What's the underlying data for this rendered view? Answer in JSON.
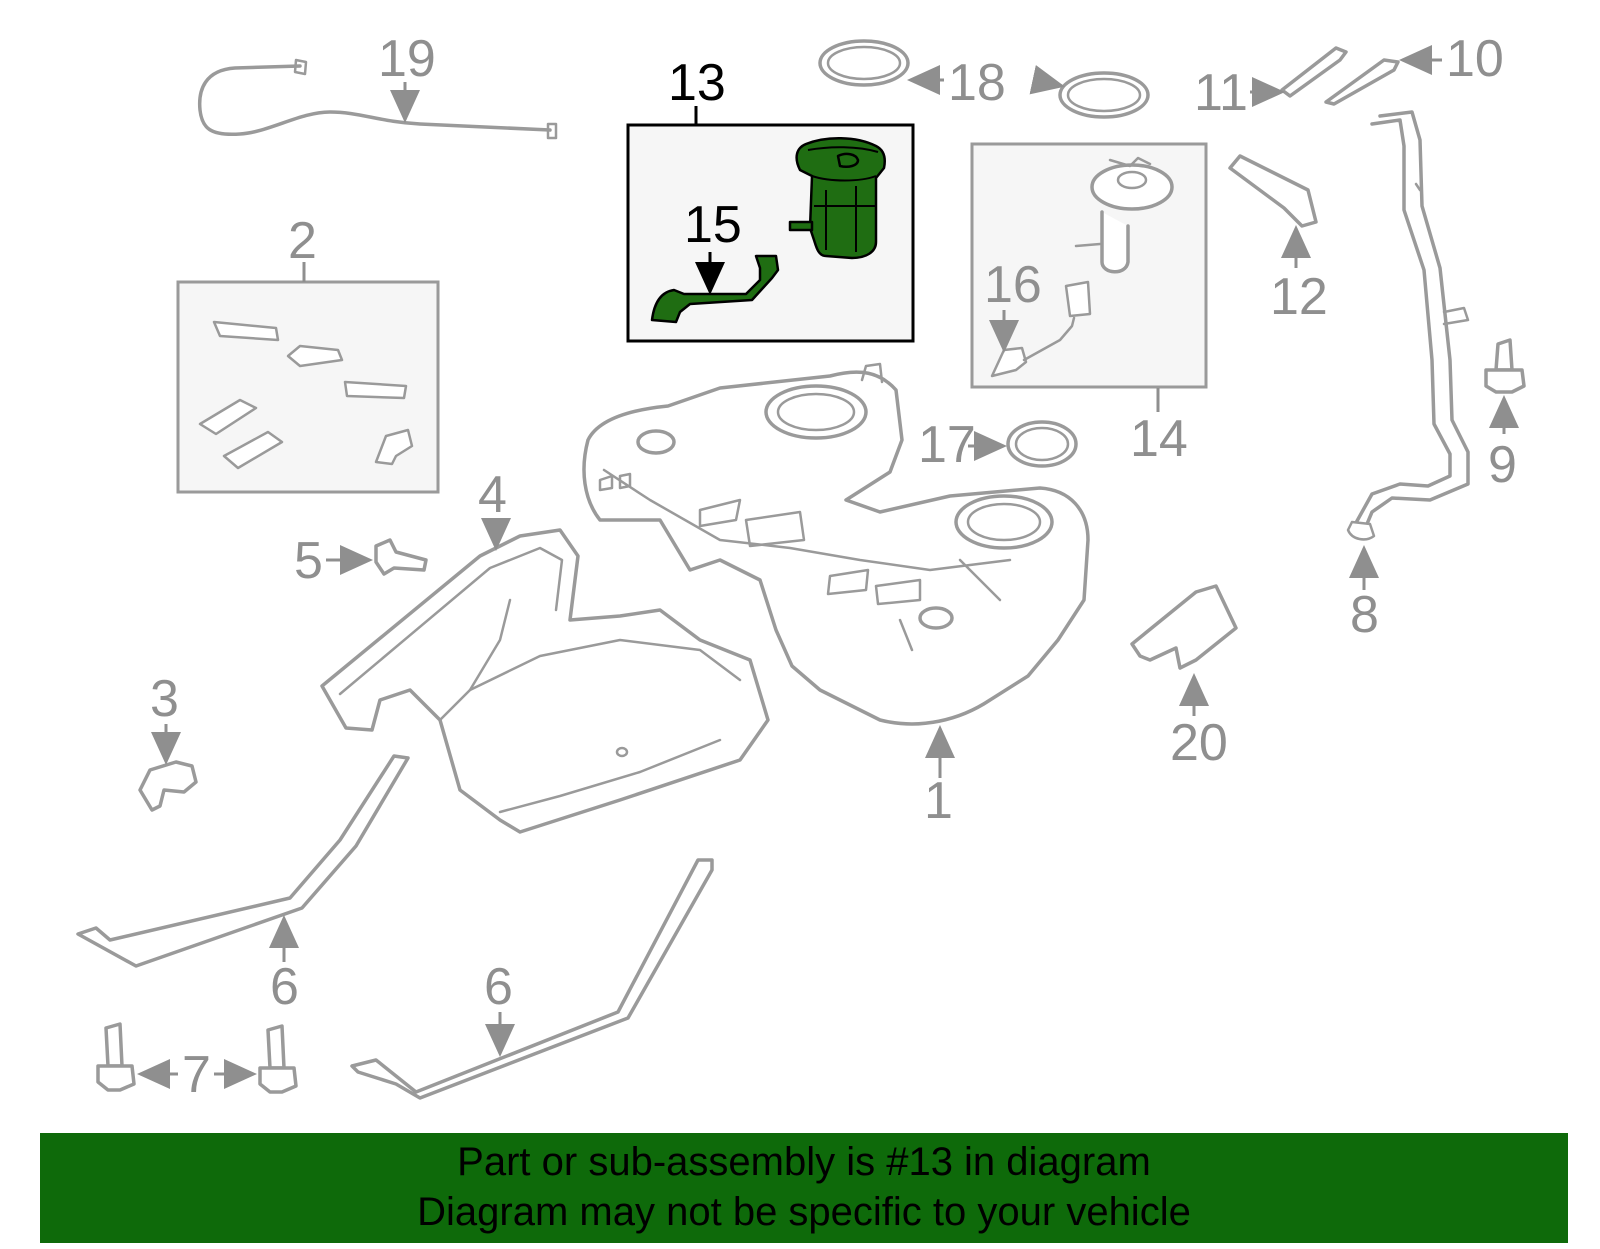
{
  "callouts": {
    "c1": "1",
    "c2": "2",
    "c3": "3",
    "c4": "4",
    "c5": "5",
    "c6a": "6",
    "c6b": "6",
    "c7": "7",
    "c8": "8",
    "c9": "9",
    "c10": "10",
    "c11": "11",
    "c12": "12",
    "c13": "13",
    "c14": "14",
    "c15": "15",
    "c16": "16",
    "c17": "17",
    "c18": "18",
    "c19": "19",
    "c20": "20"
  },
  "footer": {
    "line1": "Part or sub-assembly is #13 in diagram",
    "line2": "Diagram may not be specific to your vehicle"
  },
  "colors": {
    "highlight": "#1f6d12",
    "banner": "#0e6a0a",
    "part_stroke": "#9a9a9a"
  }
}
